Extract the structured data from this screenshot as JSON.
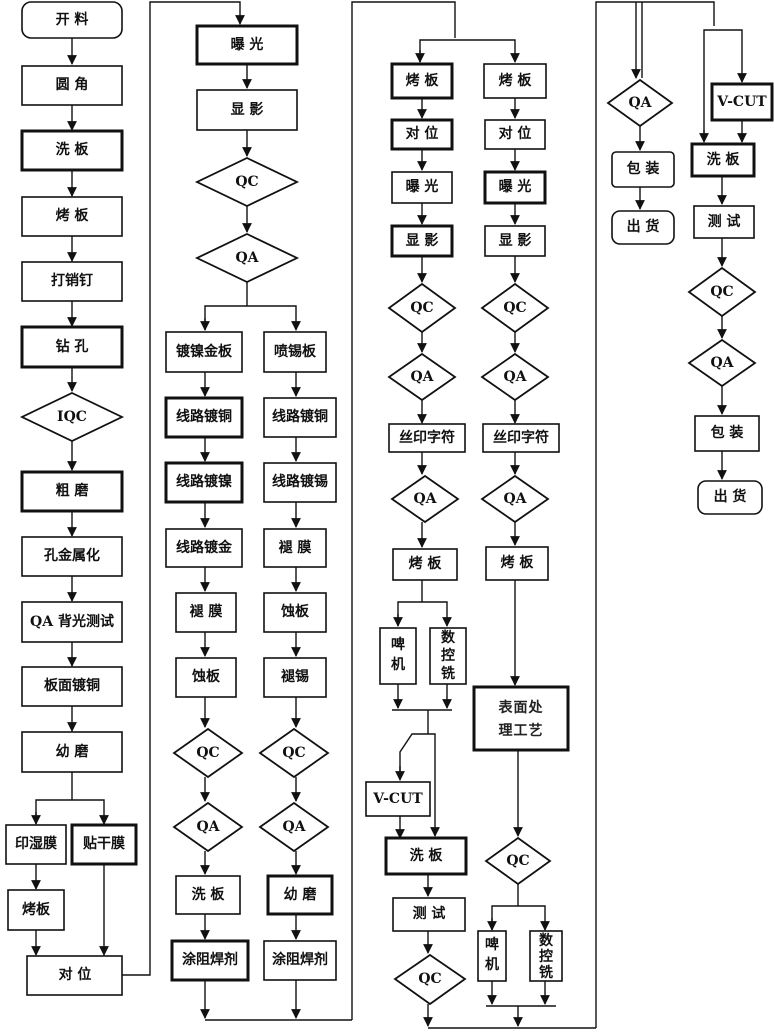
{
  "nodes": {
    "c1_kailiao": "开 料",
    "c1_yuanjiao": "圆 角",
    "c1_xiban": "洗 板",
    "c1_kaoban": "烤 板",
    "c1_daxiaoding": "打销钉",
    "c1_zuankong": "钻 孔",
    "c1_iqc": "IQC",
    "c1_cumo": "粗 磨",
    "c1_kongjinshu": "孔金属化",
    "c1_qabeiguang": "QA 背光测试",
    "c1_banmiandutong": "板面镀铜",
    "c1_youmo": "幼 磨",
    "c1_yinshimo": "印湿膜",
    "c1_tieganmo": "贴干膜",
    "c1_kaoban2": "烤板",
    "c1_duiwei": "对 位",
    "c2_baoguang": "曝 光",
    "c2_xianying": "显 影",
    "c2_qc": "QC",
    "c2_qa": "QA",
    "c2_dunijinban": "镀镍金板",
    "c2_penxiban": "喷锡板",
    "c2_l_xianlutong": "线路镀铜",
    "c2_l_xianlunie": "线路镀镍",
    "c2_l_xianlujin": "线路镀金",
    "c2_l_tuimo": "褪 膜",
    "c2_l_shiban": "蚀板",
    "c2_l_qc": "QC",
    "c2_l_qa": "QA",
    "c2_l_xiban": "洗 板",
    "c2_l_tuzu": "涂阻焊剂",
    "c2_r_xianlutong": "线路镀铜",
    "c2_r_xianluxi": "线路镀锡",
    "c2_r_tuimo": "褪 膜",
    "c2_r_shiban": "蚀板",
    "c2_r_tuixi": "褪锡",
    "c2_r_qc": "QC",
    "c2_r_qa": "QA",
    "c2_r_youmo": "幼 磨",
    "c2_r_tuzu": "涂阻焊剂",
    "c3_l_kaoban": "烤 板",
    "c3_l_duiwei": "对 位",
    "c3_l_baoguang": "曝 光",
    "c3_l_xianying": "显 影",
    "c3_l_qc": "QC",
    "c3_l_qa": "QA",
    "c3_l_siyin": "丝印字符",
    "c3_l_qa2": "QA",
    "c3_l_kaoban2": "烤 板",
    "c3_l_beiji_a": "啤",
    "c3_l_beiji_b": "机",
    "c3_l_shukong_a": "数",
    "c3_l_shukong_b": "控",
    "c3_l_shukong_c": "铣",
    "c3_l_vcut": "V-CUT",
    "c3_l_xiban": "洗 板",
    "c3_l_ceshi": "测 试",
    "c3_l_qc2": "QC",
    "c3_r_kaoban": "烤 板",
    "c3_r_duiwei": "对 位",
    "c3_r_baoguang": "曝 光",
    "c3_r_xianying": "显 影",
    "c3_r_qc": "QC",
    "c3_r_qa": "QA",
    "c3_r_siyin": "丝印字符",
    "c3_r_qa2": "QA",
    "c3_r_kaoban2": "烤 板",
    "c3_r_biaomian_a": "表面处",
    "c3_r_biaomian_b": "理工艺",
    "c3_r_qc2": "QC",
    "c3_r_beiji_a": "啤",
    "c3_r_beiji_b": "机",
    "c3_r_shukong_a": "数",
    "c3_r_shukong_b": "控",
    "c3_r_shukong_c": "铣",
    "c4_qa": "QA",
    "c4_baozhuang": "包 装",
    "c4_chuhuo": "出 货",
    "c4_vcut": "V-CUT",
    "c4_xiban": "洗 板",
    "c4_ceshi": "测 试",
    "c4_qc": "QC",
    "c4_qa2": "QA",
    "c4_baozhuang2": "包 装",
    "c4_chuhuo2": "出 货"
  }
}
